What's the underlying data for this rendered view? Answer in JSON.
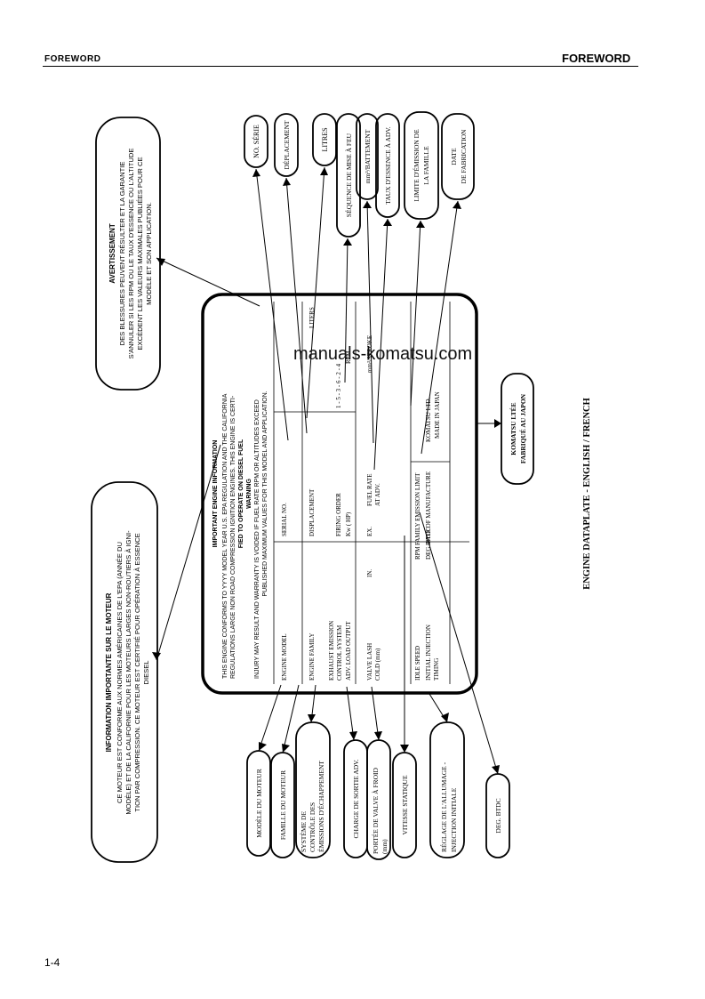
{
  "header": {
    "left": "FOREWORD",
    "right": "FOREWORD"
  },
  "page_number": "1-4",
  "watermark": "manuals-komatsu.com",
  "caption": "ENGINE DATAPLATE - ENGLISH / FRENCH",
  "plate": {
    "title": "IMPORTANT ENGINE INFORMATION",
    "intro": [
      "THIS ENGINE CONFORMS TO YYYY MODEL YEAR U.S. EPA REGULATION AND THE CALIFORNIA",
      "REGULATIONS LARGE NON ROAD COMPRESSION IGNITION ENGINES. THIS ENGINE IS CERTI-",
      "FIED TO OPERATE ON DIESEL FUEL"
    ],
    "warning_title": "WARNING",
    "warning": [
      "INJURY MAY RESULT AND WARRANTY IS VOIDED IF FUEL RATE RPM OR ALTITUDES EXCEED",
      "PUBLISHED MAXIMUM VALUES FOR THIS MODEL AND APPLICATION."
    ],
    "engine_model": "ENGINE MODEL",
    "serial_no": "SERIAL NO.",
    "engine_family": "ENGINE FAMILY",
    "displacement": "DISPLACEMENT",
    "liters": "LITERS",
    "exhaust1": "EXHAUST EMISSION",
    "exhaust2": "CONTROL SYSTEM",
    "firing_order": "FIRING ORDER",
    "firing_values": "1 - 5 - 3 - 6 - 2 - 4",
    "adv_load": "ADV. LOAD OUTPUT",
    "kw": "Kw   (          HP)",
    "rpm1": "RPM",
    "valve1": "VALVE LASH",
    "valve2": "COLD (mm)",
    "in": "IN.",
    "ex": "EX.",
    "fuel1": "FUEL RATE",
    "fuel2": "AT ADV.",
    "mm3": "mm³/STROKE",
    "idle": "IDLE SPEED",
    "rpm2": "RPM",
    "fel": "FAMILY EMISSION LIMIT",
    "inj1": "INITIAL INJECTION",
    "inj2": "TIMING",
    "deg": "DEG. BTDC",
    "dom": "DATE OF MANUFACTURE",
    "komatsu1": "KOMATSU LTD.",
    "komatsu2": "MADE IN JAPAN"
  },
  "callouts": {
    "info": [
      "INFORMATION IMPORTANTE SUR LE MOTEUR",
      "CE MOTEUR EST CONFORME AUX NORMES AMÉRICAINES DE L'EPA (ANNÉE DU",
      "MODÈLE) ET DE LA CALIFORNIE POUR LES MOTEURS LARGES NON-ROUTIERS À IGNI-",
      "TION PAR COMPRESSION. CE MOTEUR EST CERTIFIÉ POUR OPÉRATION À ESSENCE",
      "DIESEL"
    ],
    "warn": [
      "AVERTISSEMENT",
      "DES BLESSURES PEUVENT RÉSULTER ET LA GARANTIE",
      "S'ANNULER SI LES RPM OU LE TAUX D'ESSENCE OU L'ALTITUDE",
      "EXCÈDENT LES VALEURS MAXIMALES PUBLIÉES POUR CE",
      "MODÈLE ET SON APPLICATION."
    ],
    "no_serie": "NO. SÉRIE",
    "deplacement": "DÉPLACEMENT",
    "litres": "LITRES",
    "sequence": "SÉQUENCE DE MISE À FEU",
    "battement": "mm³/BATTEMENT",
    "taux": "TAUX D'ESSENCE À ADV.",
    "limite1": "LIMITE D'ÉMISSION DE",
    "limite2": "LA FAMILLE",
    "date1": "DATE",
    "date2": "DE FABRICATION",
    "komatsu1": "KOMATSU LTÉE",
    "komatsu2": "FABRIQUÉ AU JAPON",
    "modele": "MODÈLE DU MOTEUR",
    "famille": "FAMILLE DU MOTEUR",
    "systeme1": "SYSTÈME DE",
    "systeme2": "CONTRÔLE DES",
    "systeme3": "ÉMISSIONS D'ÉCHAPPEMENT",
    "charge": "CHARGE DE SORTIE ADV.",
    "portee1": "PORTÉE DE VALVE À FROID",
    "portee2": "(mm)",
    "vitesse": "VITESSE STATIQUE",
    "reglage1": "RÉGLAGE DE L'ALLUMAGE -",
    "reglage2": "INJECTION INITIALE",
    "deg": "DEG. BTDC"
  }
}
